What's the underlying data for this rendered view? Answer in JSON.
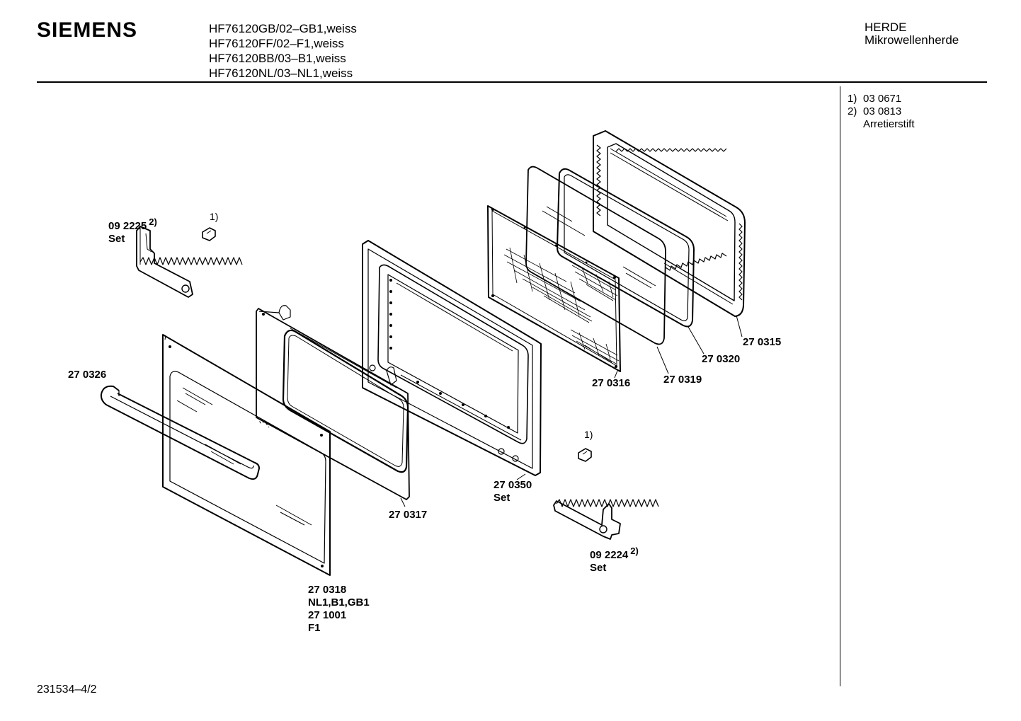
{
  "header": {
    "brand": "SIEMENS",
    "models": [
      "HF76120GB/02–GB1,weiss",
      "HF76120FF/02–F1,weiss",
      "HF76120BB/03–B1,weiss",
      "HF76120NL/03–NL1,weiss"
    ],
    "category": "HERDE",
    "subcategory": "Mikrowellenherde"
  },
  "notes": [
    {
      "key": "1)",
      "value": "03 0671"
    },
    {
      "key": "2)",
      "value": "03 0813"
    },
    {
      "key": "",
      "value": "Arretierstift"
    }
  ],
  "labels": {
    "hinge_left": {
      "part": "09 2225",
      "ref": "2)",
      "extra": "Set"
    },
    "hinge_right": {
      "part": "09 2224",
      "ref": "2)",
      "extra": "Set"
    },
    "pin_left_ref": "1)",
    "pin_right_ref": "1)",
    "handle": "27 0326",
    "outer_door": [
      "27 0318",
      "NL1,B1,GB1",
      "27 1001",
      "F1"
    ],
    "inner_glass_frame": "27 0317",
    "door_frame": {
      "part": "27 0350",
      "extra": "Set"
    },
    "mesh_screen": "27 0316",
    "glass_pane": "27 0319",
    "seal_gasket": "27 0320",
    "choke_frame": "27 0315"
  },
  "footer": {
    "doc_number": "231534–4/2"
  }
}
